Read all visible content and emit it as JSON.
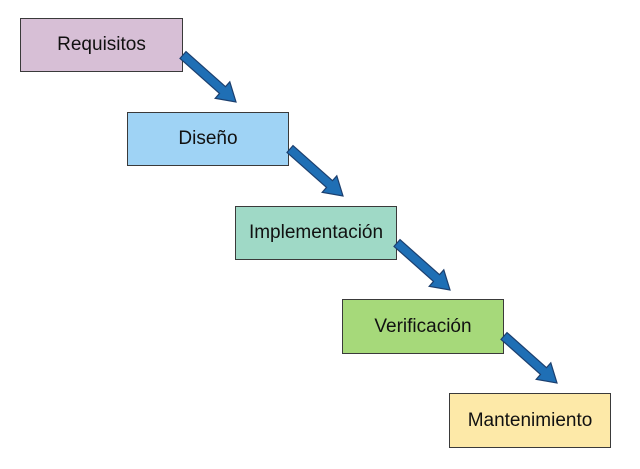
{
  "diagram": {
    "stages": [
      {
        "label": "Requisitos",
        "color": "#d7bfd6"
      },
      {
        "label": "Diseño",
        "color": "#9fd3f5"
      },
      {
        "label": "Implementación",
        "color": "#9fd9c6"
      },
      {
        "label": "Verificación",
        "color": "#a6d97a"
      },
      {
        "label": "Mantenimiento",
        "color": "#fde9a8"
      }
    ],
    "arrow_color": "#1f6fb5",
    "arrow_outline": "#1c3f6e"
  }
}
